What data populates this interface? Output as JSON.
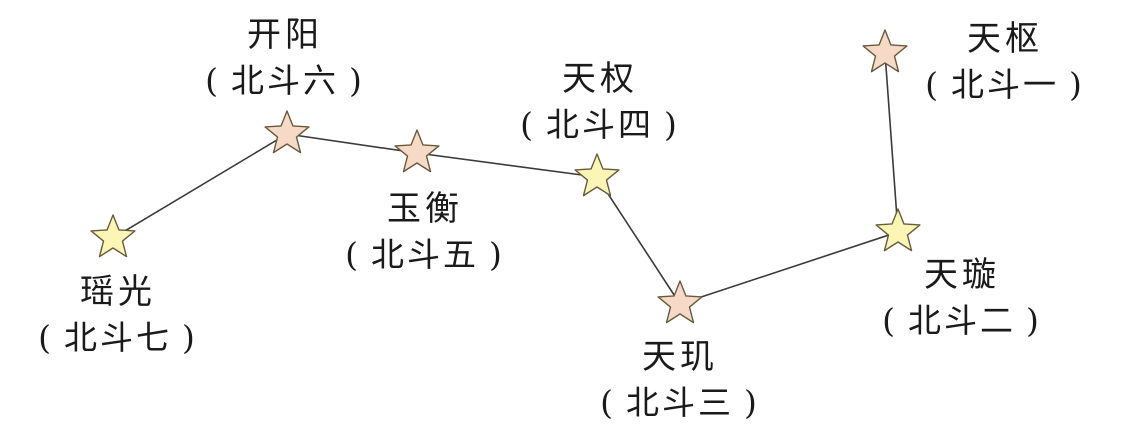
{
  "colors": {
    "line": "#3a3a3a",
    "star_yellow_fill": "#fbf6b6",
    "star_pink_fill": "#f6d9c6",
    "star_stroke": "#6a5a3c",
    "text": "#1a1a1a"
  },
  "stars": [
    {
      "id": "tianshu",
      "name": "天枢",
      "alias": "北斗一",
      "fill": "pink"
    },
    {
      "id": "tianxuan",
      "name": "天璇",
      "alias": "北斗二",
      "fill": "yellow"
    },
    {
      "id": "tianji",
      "name": "天玑",
      "alias": "北斗三",
      "fill": "pink"
    },
    {
      "id": "tianquan",
      "name": "天权",
      "alias": "北斗四",
      "fill": "yellow"
    },
    {
      "id": "yuheng",
      "name": "玉衡",
      "alias": "北斗五",
      "fill": "pink"
    },
    {
      "id": "kaiyang",
      "name": "开阳",
      "alias": "北斗六",
      "fill": "pink"
    },
    {
      "id": "yaoguang",
      "name": "瑶光",
      "alias": "北斗七",
      "fill": "yellow"
    }
  ],
  "paren_open": "(",
  "paren_close": ")"
}
